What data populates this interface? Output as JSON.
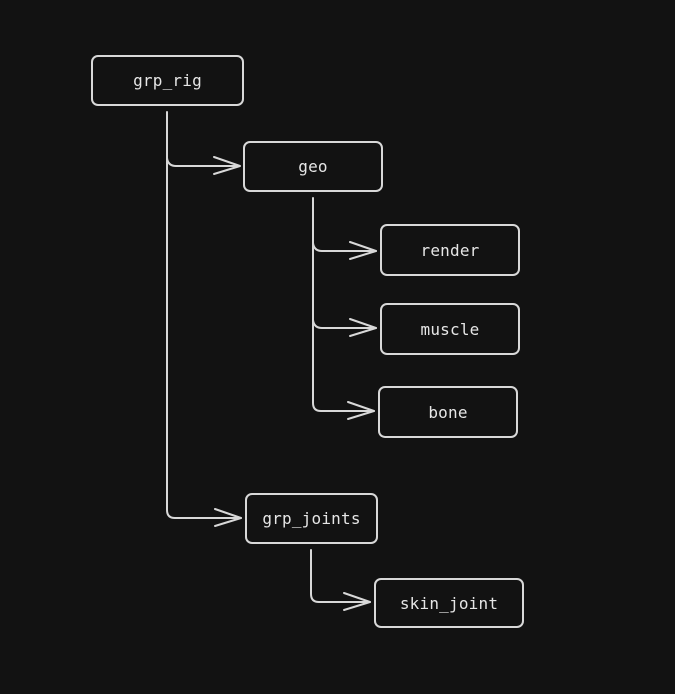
{
  "diagram": {
    "nodes": {
      "grp_rig": "grp_rig",
      "geo": "geo",
      "render": "render",
      "muscle": "muscle",
      "bone": "bone",
      "grp_joints": "grp_joints",
      "skin_joint": "skin_joint"
    },
    "edges": [
      {
        "from": "grp_rig",
        "to": "geo"
      },
      {
        "from": "grp_rig",
        "to": "grp_joints"
      },
      {
        "from": "geo",
        "to": "render"
      },
      {
        "from": "geo",
        "to": "muscle"
      },
      {
        "from": "geo",
        "to": "bone"
      },
      {
        "from": "grp_joints",
        "to": "skin_joint"
      }
    ],
    "colors": {
      "background": "#121212",
      "stroke": "#d8d8d8",
      "text": "#e6e6e6"
    }
  }
}
